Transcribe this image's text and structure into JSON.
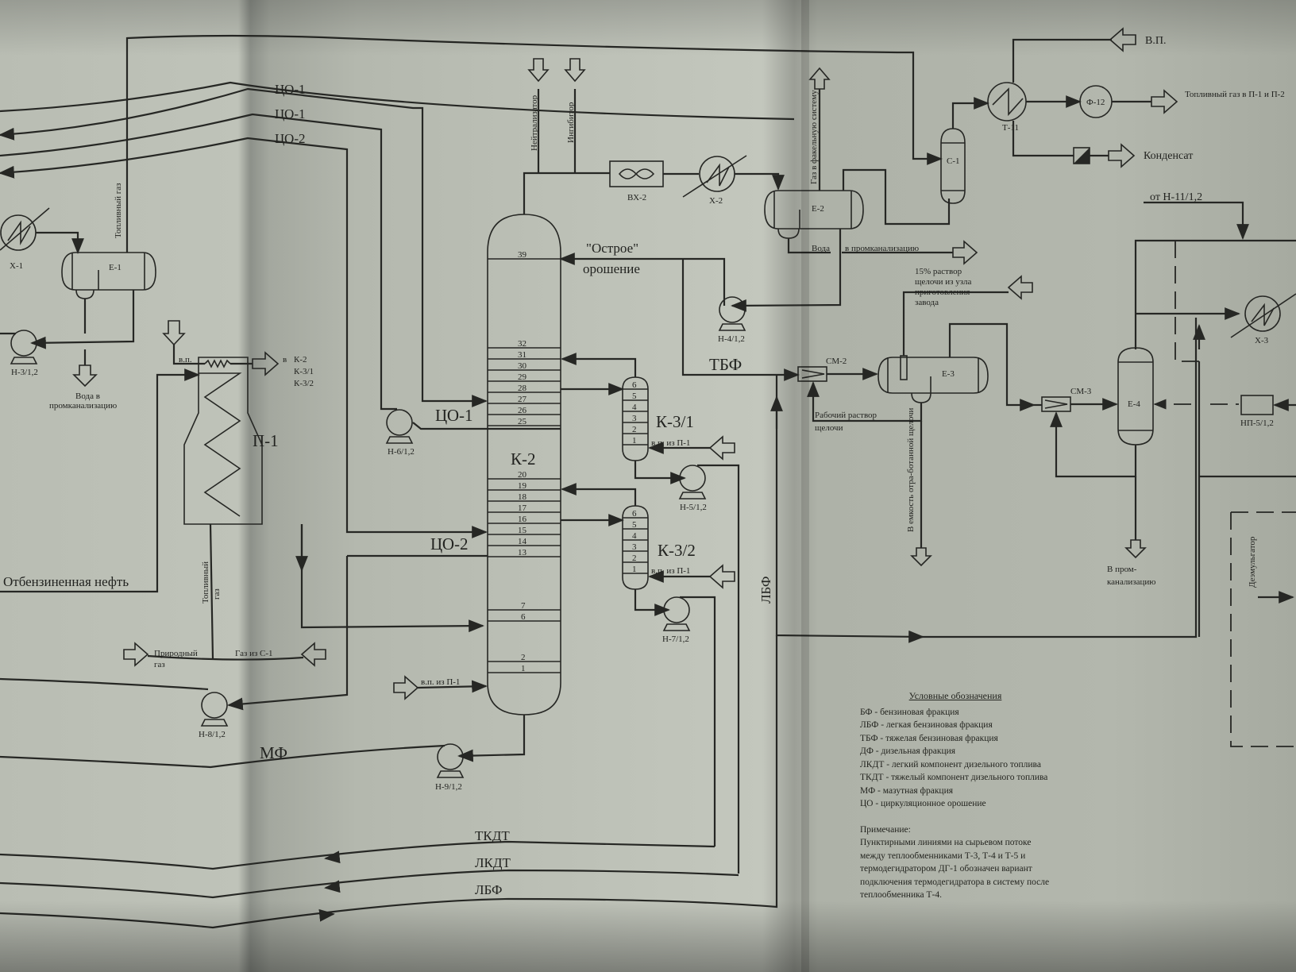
{
  "diagram": {
    "title": "Process flow diagram - atmospheric distillation / naphtha section",
    "equipment": {
      "column_main": "К-2",
      "stripper_1": "К-3/1",
      "stripper_2": "К-3/2",
      "furnace": "П-1",
      "air_cooler": "ВХ-2",
      "cooler_x1": "Х-1",
      "cooler_x2": "Х-2",
      "cooler_x3": "Х-3",
      "drum_e1": "Е-1",
      "drum_e2": "Е-2",
      "drum_e3": "Е-3",
      "drum_e4": "Е-4",
      "separator_c1": "С-1",
      "heat_exchanger_t11": "Т-11",
      "filter_f12": "Ф-12",
      "mixer_cm2": "СМ-2",
      "mixer_cm3": "СМ-3",
      "heater_np5": "НП-5/1,2",
      "pump_h3": "Н-3/1,2",
      "pump_h4": "Н-4/1,2",
      "pump_h5": "Н-5/1,2",
      "pump_h6": "Н-6/1,2",
      "pump_h7": "Н-7/1,2",
      "pump_h8": "Н-8/1,2",
      "pump_h9": "Н-9/1,2",
      "demulsifier_label": "Деэмульгатор"
    },
    "trays": {
      "k2_top": [
        "39"
      ],
      "k2_upper": [
        "32",
        "31",
        "30",
        "29",
        "28",
        "27",
        "26",
        "25"
      ],
      "k2_middle": [
        "20",
        "19",
        "18",
        "17",
        "16",
        "15",
        "14",
        "13"
      ],
      "k2_lower": [
        "7",
        "6"
      ],
      "k2_bottom": [
        "2",
        "1"
      ],
      "k31": [
        "6",
        "5",
        "4",
        "3",
        "2",
        "1"
      ],
      "k32": [
        "6",
        "5",
        "4",
        "3",
        "2",
        "1"
      ]
    },
    "streams": {
      "co1_a": "ЦО-1",
      "co1_b": "ЦО-1",
      "co2": "ЦО-2",
      "co1_return": "ЦО-1",
      "co2_return": "ЦО-2",
      "fuel_gas_e1": "Топливный газ",
      "neutralizer": "Нейтрализатор",
      "inhibitor": "Ингибитор",
      "gas_to_flare": "Газ в факельную систему",
      "vp_top": "В.П.",
      "fuel_gas_out": "Топливный газ в П-1 и П-2",
      "condensate": "Конденсат",
      "from_h11": "от Н-11/1,2",
      "reflux_line1": "\"Острое\"",
      "reflux_line2": "орошение",
      "water_e2": "Вода",
      "to_sewer_e2": "в промканализацию",
      "alkali_15_1": "15% раствор",
      "alkali_15_2": "щелочи из узла",
      "alkali_15_3": "приготовления",
      "alkali_15_4": "завода",
      "tbf": "ТБФ",
      "working_alkali_1": "Рабочий раствор",
      "working_alkali_2": "щелочи",
      "spent_alkali": "В емкость отра-ботанной щелочи",
      "to_sewer_e4_1": "В пром-",
      "to_sewer_e4_2": "канализацию",
      "water_to_sewer_e1_1": "Вода в",
      "water_to_sewer_e1_2": "промканализацию",
      "steam_in_p1": "в.п.",
      "to_columns_prefix": "в",
      "to_columns": [
        "К-2",
        "К-3/1",
        "К-3/2"
      ],
      "steam_k31": "в.п. из П-1",
      "steam_k32": "в.п. из П-1",
      "steam_k2": "в.п. из П-1",
      "crude_in": "Отбензиненная нефть",
      "fuel_gas_p1_1": "Топливный",
      "fuel_gas_p1_2": "газ",
      "natural_gas_1": "Природный",
      "natural_gas_2": "газ",
      "gas_from_c1": "Газ из С-1",
      "lbf_vertical": "ЛБФ",
      "mf": "МФ",
      "tkdt": "ТКДТ",
      "lkdt": "ЛКДТ",
      "lbf": "ЛБФ"
    },
    "legend": {
      "title": "Условные обозначения",
      "items": [
        "БФ - бензиновая фракция",
        "ЛБФ - легкая бензиновая фракция",
        "ТБФ - тяжелая бензиновая фракция",
        "ДФ - дизельная фракция",
        "ЛКДТ - легкий компонент дизельного топлива",
        "ТКДТ - тяжелый компонент дизельного топлива",
        "МФ - мазутная фракция",
        "ЦО - циркуляционное орошение"
      ],
      "note_title": "Примечание:",
      "note_lines": [
        "Пунктирными линиями на сырьевом потоке",
        "между теплообменниками Т-3, Т-4 и Т-5 и",
        "термодегидратором ДГ-1 обозначен вариант",
        "подключения термодегидратора в систему после",
        "теплообменника Т-4."
      ]
    }
  }
}
